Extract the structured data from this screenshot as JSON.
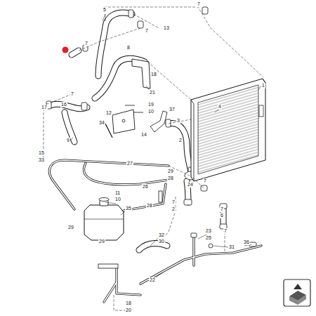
{
  "diagram": {
    "labels": [
      "5",
      "7",
      "13",
      "7",
      "7",
      "8",
      "18",
      "21",
      "4",
      "1",
      "7",
      "17",
      "16",
      "12",
      "19",
      "10",
      "37",
      "9",
      "34",
      "14",
      "3",
      "2",
      "15",
      "33",
      "27",
      "26",
      "29",
      "28",
      "28",
      "11",
      "10",
      "35",
      "29",
      "29",
      "24",
      "7",
      "2",
      "7",
      "7",
      "6",
      "7",
      "32",
      "30",
      "23",
      "25",
      "31",
      "36",
      "22",
      "18",
      "20"
    ]
  }
}
